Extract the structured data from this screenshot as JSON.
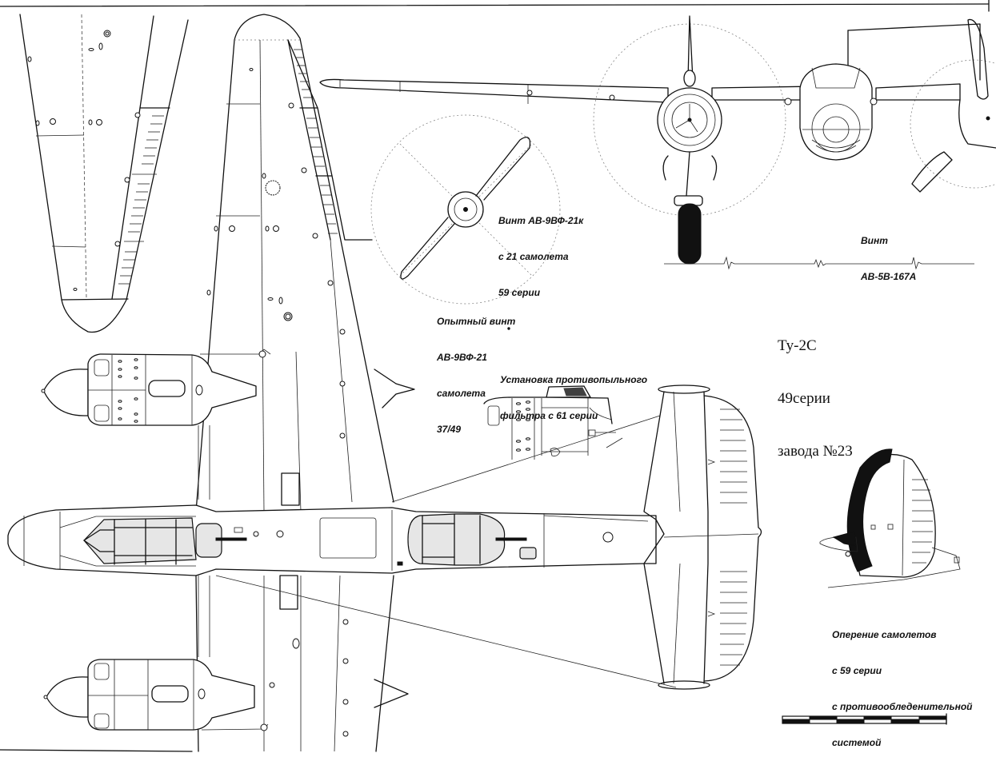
{
  "drawing": {
    "title": "Tu-2S three-view technical drawing",
    "title_block": {
      "line1": "Ту-2С",
      "line2": "49серии",
      "line3": "завода №23"
    },
    "annotations": {
      "prop_av9vf21k": {
        "line1": "Винт АВ-9ВФ-21к",
        "line2": "с 21 самолета",
        "line3": "59 серии"
      },
      "prop_experimental": {
        "line1": "Опытный винт",
        "line2": "АВ-9ВФ-21",
        "line3": "самолета",
        "line4": "37/49"
      },
      "prop_av5b167a": {
        "line1": "Винт",
        "line2": "АВ-5В-167А"
      },
      "dust_filter": {
        "line1": "Установка противопыльного",
        "line2": "фильтра с 61 серии"
      },
      "tail_deicing": {
        "line1": "Оперение самолетов",
        "line2": "с 59 серии",
        "line3": "с противообледенительной",
        "line4": "системой"
      }
    },
    "views": [
      "top-view-planform",
      "front-view",
      "propeller-detail",
      "dust-filter-detail",
      "tail-fin-detail",
      "scale-bar"
    ],
    "scale_bar_segments": 6,
    "colors": {
      "ink": "#111111",
      "paper": "#ffffff",
      "glazing": "#e6e6e6"
    }
  }
}
